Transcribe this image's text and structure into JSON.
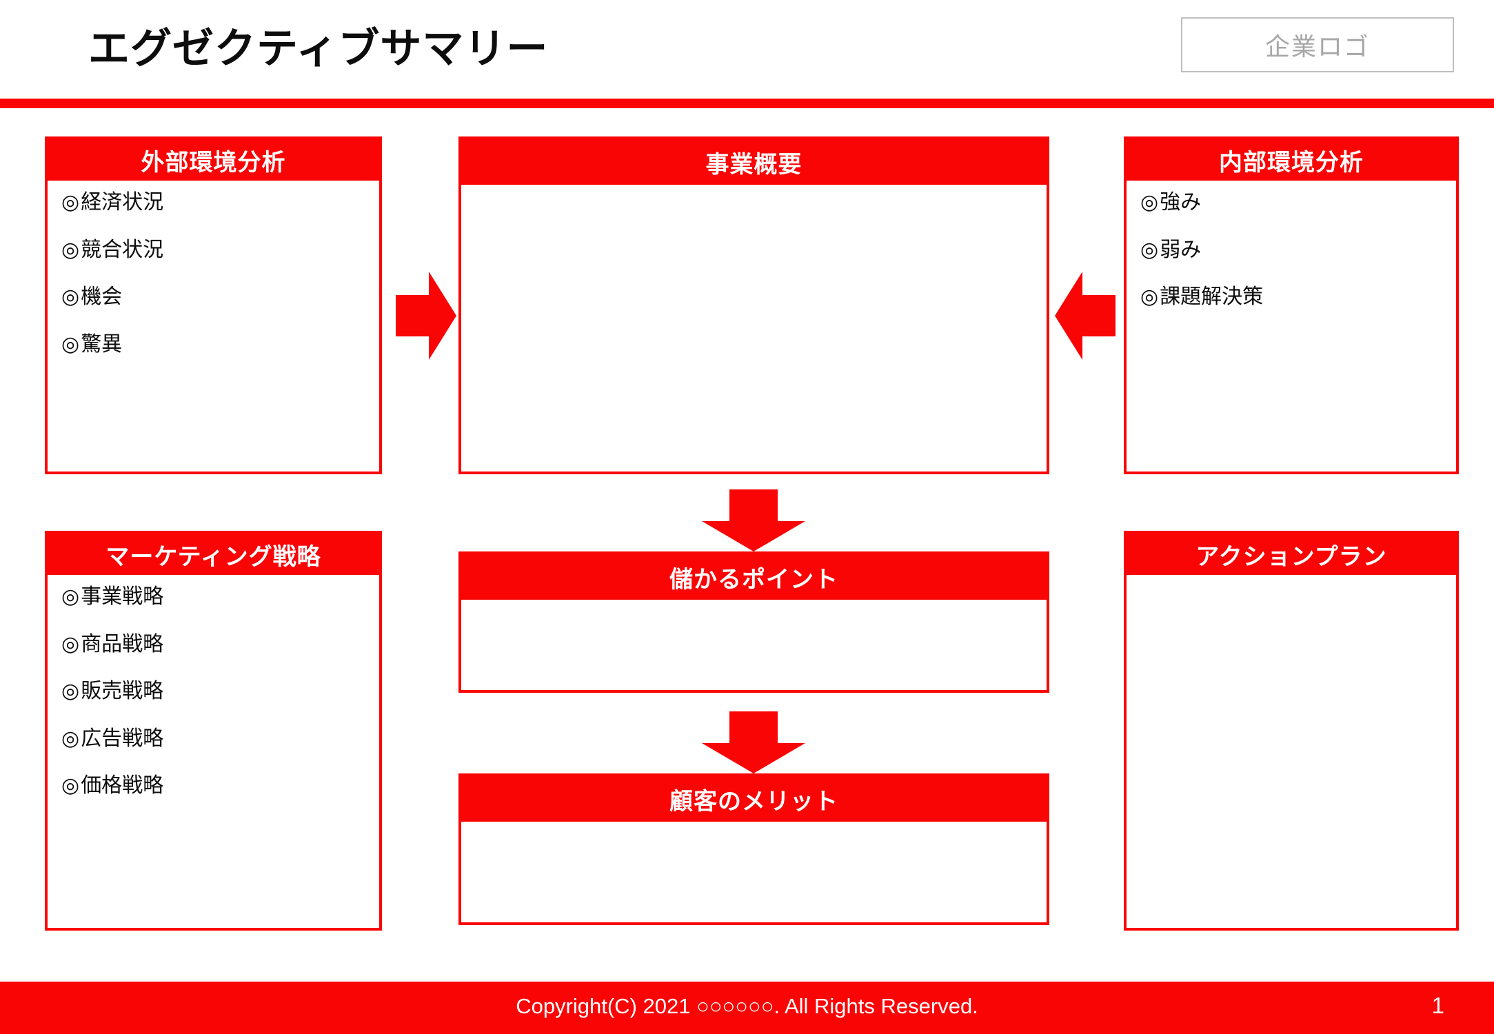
{
  "slide": {
    "title": "エグゼクティブサマリー",
    "logo_placeholder": "企業ロゴ",
    "accent_color": "#FA0505",
    "title_color": "#0D0D0D",
    "logo_text_color": "#A6A6A6"
  },
  "panels": {
    "external": {
      "heading": "外部環境分析",
      "items": [
        "経済状況",
        "競合状況",
        "機会",
        "驚異"
      ],
      "bullet": "◎"
    },
    "overview": {
      "heading": "事業概要",
      "items": [],
      "body_text": ""
    },
    "internal": {
      "heading": "内部環境分析",
      "items": [
        "強み",
        "弱み",
        "課題解決策"
      ],
      "bullet": "◎"
    },
    "marketing": {
      "heading": "マーケティング戦略",
      "items": [
        "事業戦略",
        "商品戦略",
        "販売戦略",
        "広告戦略",
        "価格戦略"
      ],
      "bullet": "◎"
    },
    "profit": {
      "heading": "儲かるポイント",
      "body_text": ""
    },
    "benefit": {
      "heading": "顧客のメリット",
      "body_text": ""
    },
    "action": {
      "heading": "アクションプラン",
      "body_text": ""
    }
  },
  "arrows": [
    {
      "name": "arrow-right-icon",
      "direction": "right"
    },
    {
      "name": "arrow-left-icon",
      "direction": "left"
    },
    {
      "name": "arrow-down-icon-1",
      "direction": "down"
    },
    {
      "name": "arrow-down-icon-2",
      "direction": "down"
    }
  ],
  "footer": {
    "copyright_prefix": "Copyright(C) 2021 ",
    "company_placeholder": "○○○○○○",
    "copyright_suffix": ". All Rights Reserved.",
    "page_number": "1"
  }
}
